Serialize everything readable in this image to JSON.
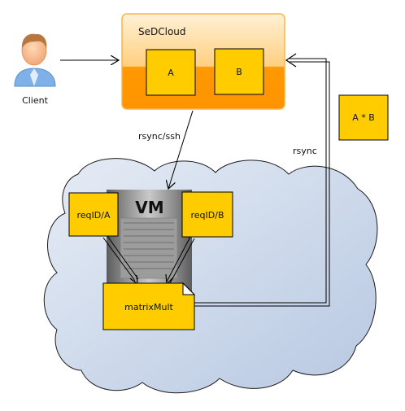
{
  "client": {
    "label": "Client"
  },
  "sedcloud": {
    "title": "SeDCloud",
    "box_a": "A",
    "box_b": "B"
  },
  "result": {
    "label": "A * B"
  },
  "edges": {
    "rsync_ssh": "rsync/ssh",
    "rsync": "rsync"
  },
  "vm": {
    "label": "VM",
    "req_a": "reqID/A",
    "req_b": "reqID/B",
    "file": "matrixMult"
  },
  "colors": {
    "box_fill": "#ffcc00",
    "box_stroke": "#000000",
    "sed_top": "#ffe2a6",
    "sed_bottom": "#ff9900",
    "cloud_fill": "#dfe7f2",
    "cloud_stroke": "#1a1a1a"
  }
}
